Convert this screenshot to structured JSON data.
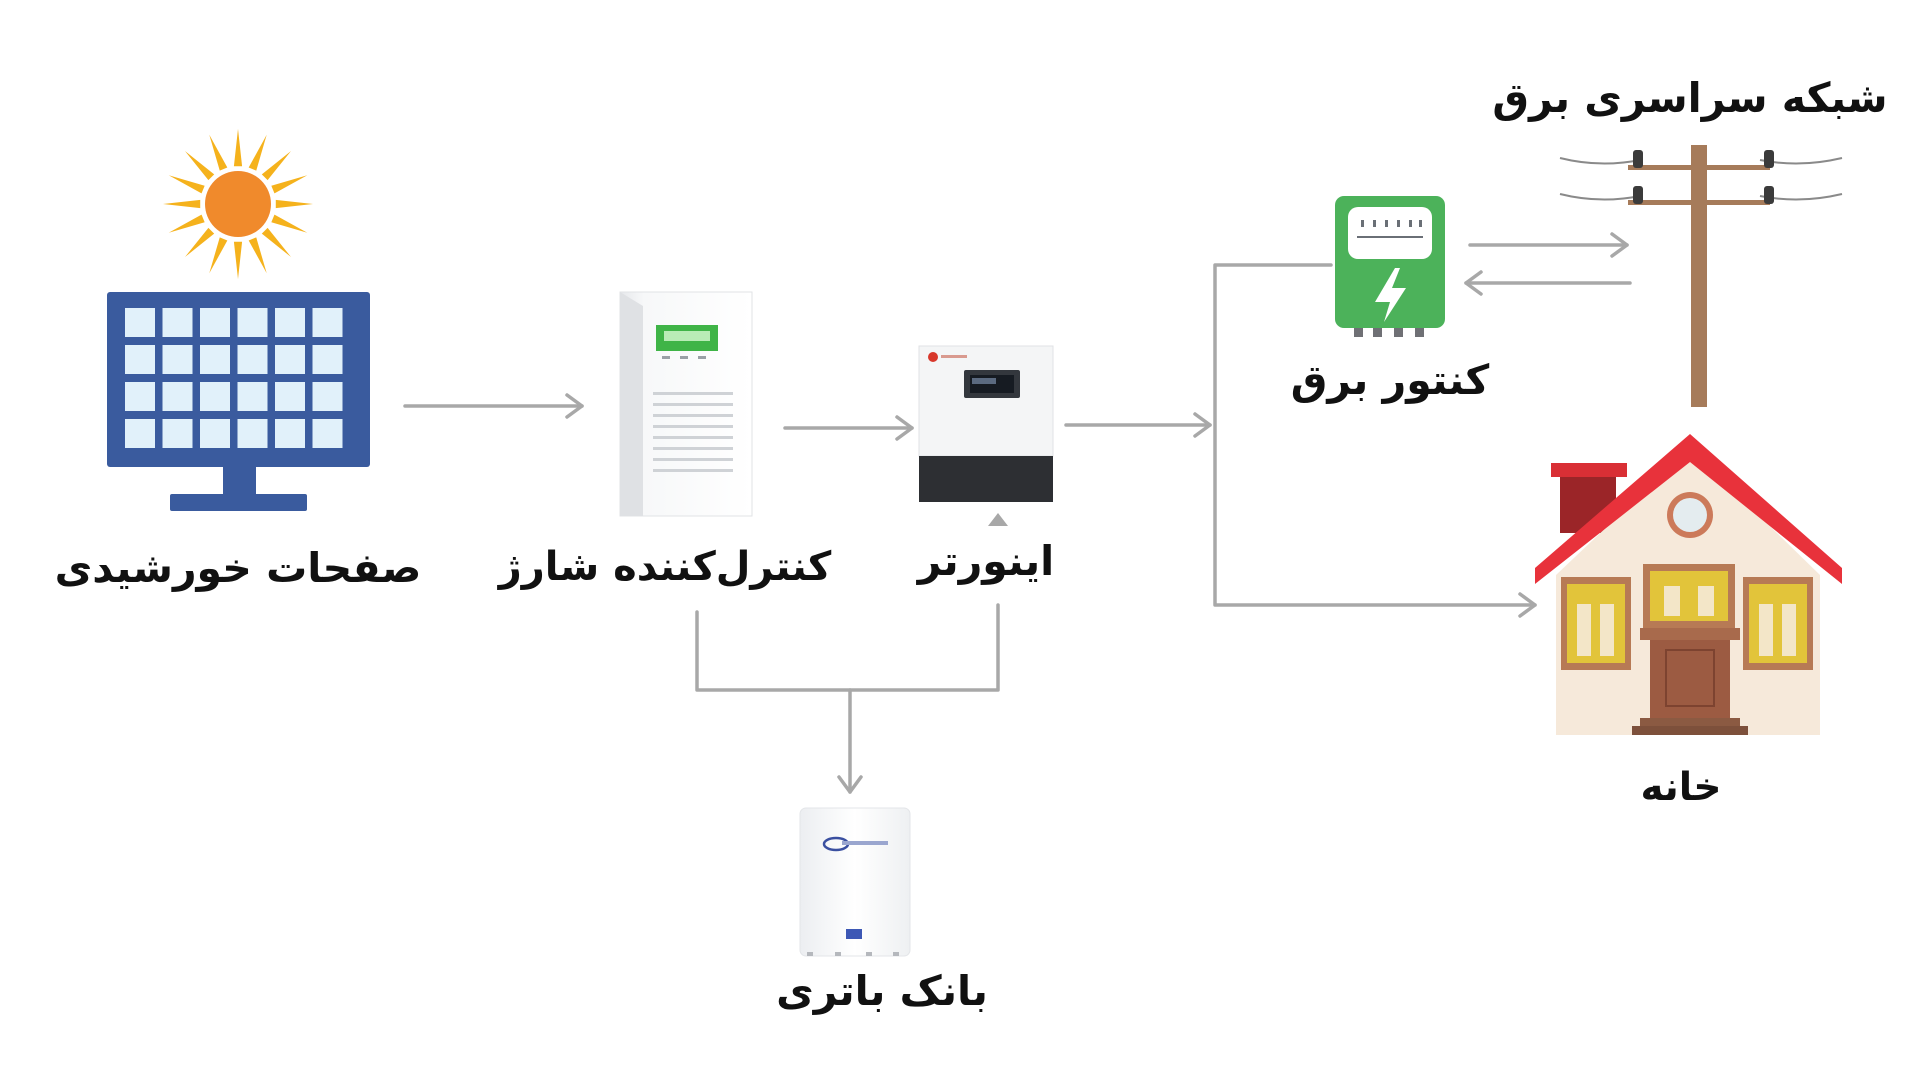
{
  "labels": {
    "solar_panels": "صفحات خورشیدی",
    "charge_controller": "کنترل‌کننده شارژ",
    "inverter": "اینورتر",
    "battery_bank": "بانک باتری",
    "electricity_meter": "کنتور برق",
    "national_grid": "شبکه سراسری برق",
    "house": "خانه"
  },
  "colors": {
    "connector": "#a8a8a8",
    "sun_rays": "#f5b21c",
    "sun_core": "#f08a2c",
    "panel_frame": "#3a5b9e",
    "panel_cell": "#e1f1fa",
    "meter_body": "#4cb25a",
    "pole": "#a67b5a",
    "roof": "#e8323b",
    "house_wall": "#f6e9da",
    "window": "#e2c43a",
    "door": "#9c5b42"
  },
  "icons": {
    "solar": "solar-panel-icon",
    "sun": "sun-icon",
    "controller": "charge-controller-icon",
    "inverter": "inverter-icon",
    "battery": "battery-icon",
    "meter": "electricity-meter-icon",
    "pole": "utility-pole-icon",
    "house": "house-icon"
  }
}
